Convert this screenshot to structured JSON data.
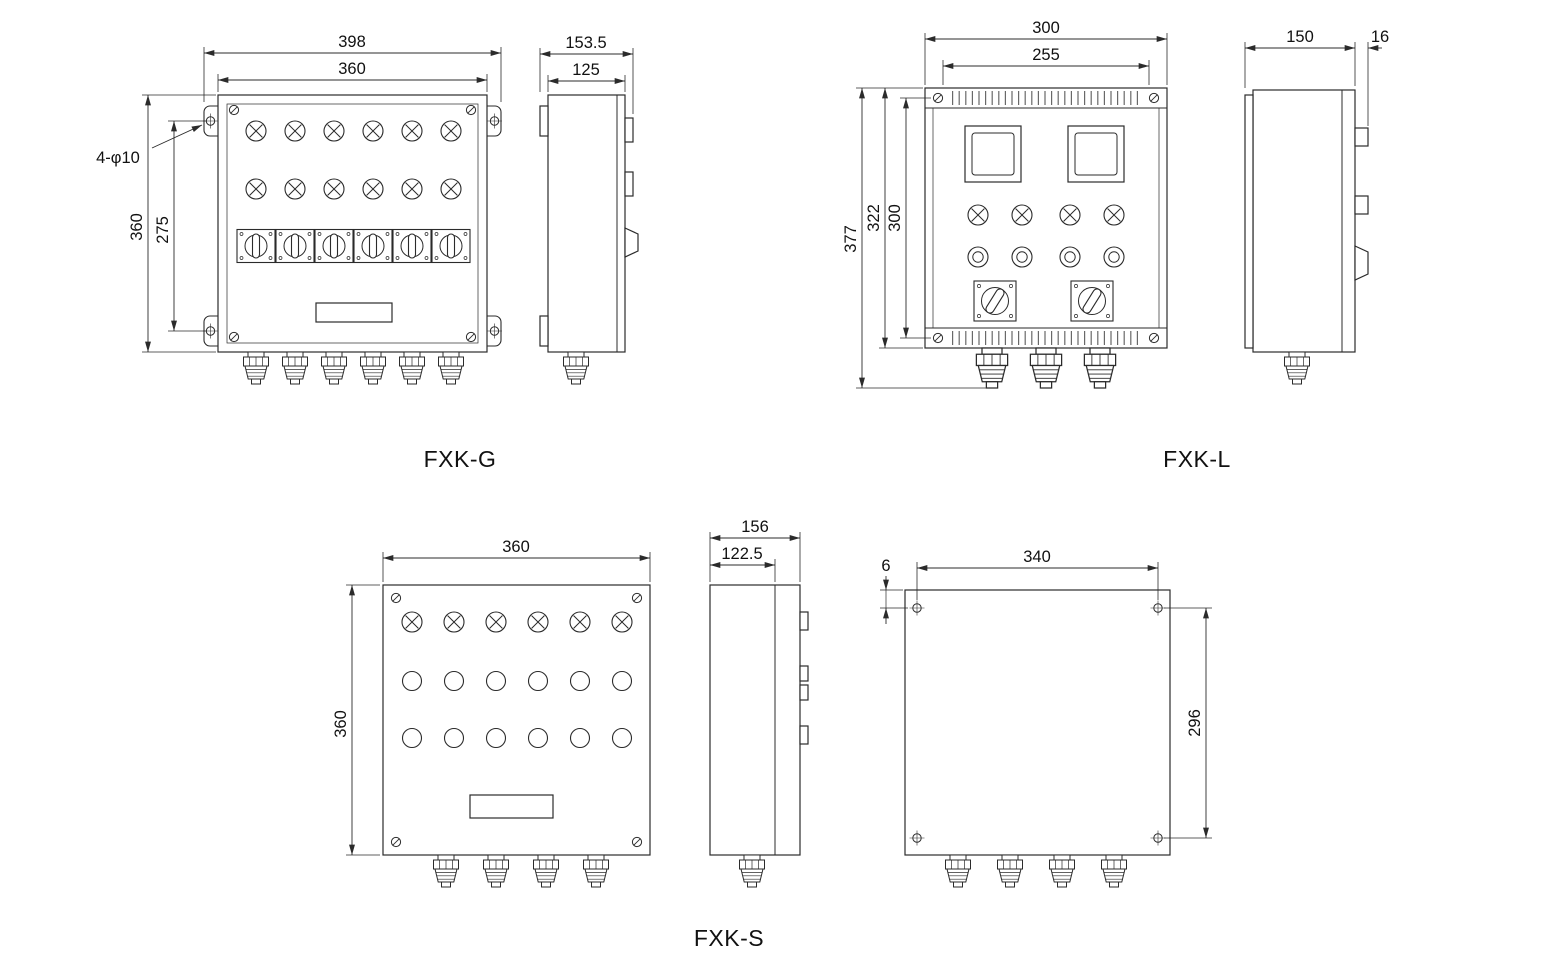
{
  "models": {
    "fxk_g": {
      "label": "FXK-G",
      "front": {
        "dim_overall_width": "398",
        "dim_body_width": "360",
        "dim_body_height": "360",
        "dim_mount_hole_spacing": "275",
        "mount_hole_note": "4-φ10"
      },
      "side": {
        "dim_overall_depth": "153.5",
        "dim_body_depth": "125"
      }
    },
    "fxk_l": {
      "label": "FXK-L",
      "front": {
        "dim_overall_width": "300",
        "dim_panel_width": "255",
        "dim_overall_height": "377",
        "dim_body_height": "322",
        "dim_mount_hole_spacing": "300"
      },
      "side": {
        "dim_body_depth": "150",
        "dim_handle_depth": "16"
      }
    },
    "fxk_s": {
      "label": "FXK-S",
      "front": {
        "dim_body_width": "360",
        "dim_body_height": "360"
      },
      "side": {
        "dim_overall_depth": "156",
        "dim_body_depth": "122.5"
      },
      "back": {
        "dim_mount_hole_spacing_h": "340",
        "dim_mount_hole_offset": "6",
        "dim_mount_hole_spacing_v": "296"
      }
    }
  }
}
